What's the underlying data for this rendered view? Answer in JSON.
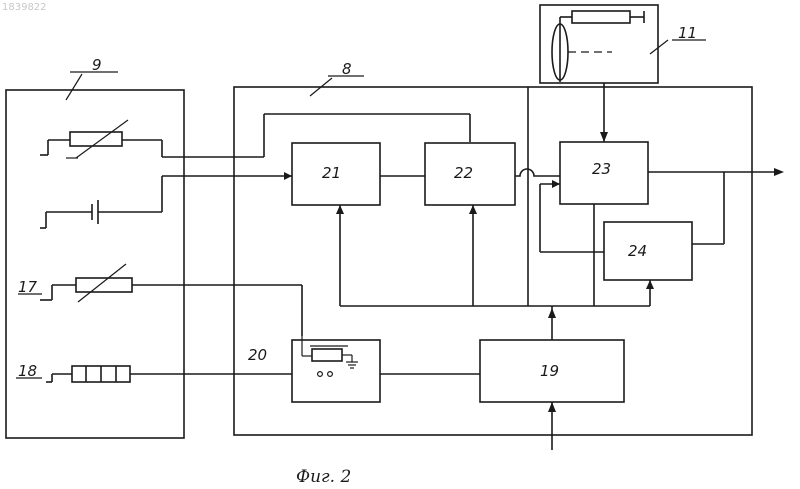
{
  "doc_number": "1839822",
  "caption": "Фиг. 2",
  "labels": {
    "l8": "8",
    "l9": "9",
    "l11": "11",
    "l17": "17",
    "l18": "18",
    "l19": "19",
    "l20": "20",
    "l21": "21",
    "l22": "22",
    "l23": "23",
    "l24": "24"
  }
}
